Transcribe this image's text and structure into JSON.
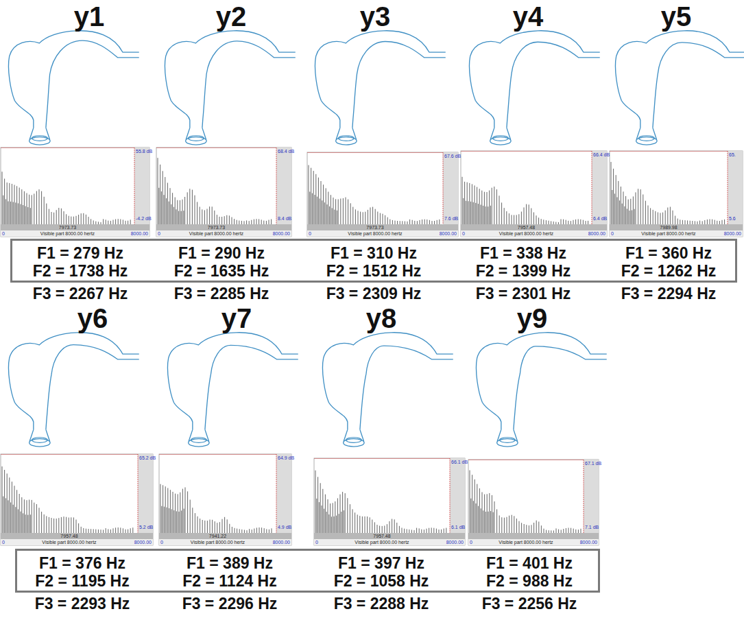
{
  "diagram": {
    "nodes": [
      {
        "text": [
          "F1 = 279 Hz",
          "F2 = 1738 Hz",
          "F3 = 2267 Hz",
          "F1 = 290 Hz",
          "F2 = 1635 Hz",
          "F3 = 2285 Hz",
          "F1 = 310 Hz",
          "F2 = 1512 Hz",
          "F3 = 2309 Hz",
          "F1 = 338 Hz",
          "F2 = 1399 Hz",
          "F3 = 2301 Hz",
          "F1 = 360 Hz",
          "F2 = 1262 Hz",
          "F3 = 2294 Hz"
        ]
      },
      {
        "text": [
          "F1 = 376 Hz",
          "F2 = 1195 Hz",
          "F3 = 2293 Hz",
          "F1 = 389 Hz",
          "F2 = 1124 Hz",
          "F3 = 2296 Hz",
          "F1 = 397 Hz",
          "F2 = 1058 Hz",
          "F3 = 2288 Hz",
          "F1 = 401 Hz",
          "F2 = 988 Hz",
          "F3 = 2256 Hz"
        ]
      }
    ],
    "labels": [
      "y1",
      "y2",
      "y3",
      "y4",
      "y5",
      "55.8 dB",
      "-4.2 dB",
      "7973.73",
      "0",
      "Visible part 8000.00 hertz",
      "8000.00",
      "68.4 dB",
      "8.4 dB",
      "7973.73",
      "0",
      "Visible part 8000.00 hertz",
      "8000.00",
      "67.6 dB",
      "7.6 dB",
      "7973.73",
      "0",
      "Visible part 8000.00 hertz",
      "8000.00",
      "66.4 dB",
      "6.4 dB",
      "7957.48",
      "0",
      "Visible part 8000.00 hertz",
      "8000.00",
      "65.",
      "5.6",
      "7989.98",
      "0",
      "Visible part 8000.00 hertz",
      "8000.00",
      "y6",
      "y7",
      "y8",
      "y9",
      "65.2 dB",
      "5.2 dB",
      "7957.48",
      "0",
      "Visible part 8000.00 hertz",
      "8000.00",
      "64.9 dB",
      "4.9 dB",
      "7941.22",
      "0",
      "Visible part 8000.00 hertz",
      "8000.00",
      "66.1 dB",
      "6.1 dB",
      "7957.48",
      "0",
      "Visible part 8000.00 hertz",
      "8000.00",
      "67.1 dB",
      "7.1 dB",
      "0",
      "Visible part 8000.00 hertz",
      "8000.00"
    ]
  }
}
